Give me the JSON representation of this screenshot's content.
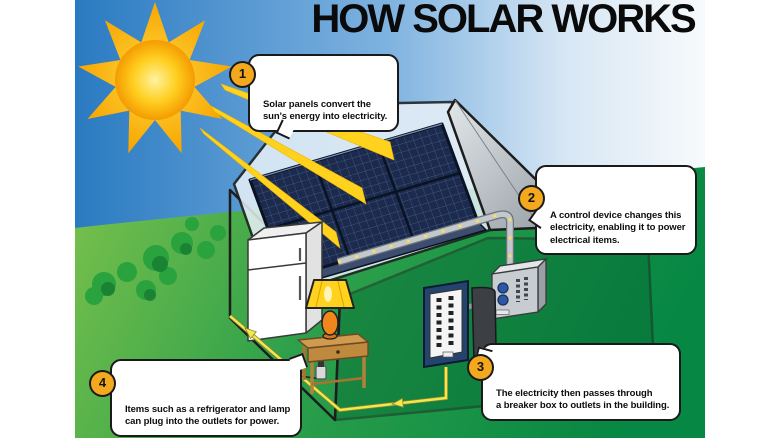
{
  "title": "HOW SOLAR WORKS",
  "callouts": [
    {
      "number": "1",
      "text": "Solar panels convert the\nsun's energy into electricity."
    },
    {
      "number": "2",
      "text": "A control device changes this\nelectricity, enabling it to power\nelectrical items."
    },
    {
      "number": "3",
      "text": "The electricity then passes through\na breaker box to outlets in the building."
    },
    {
      "number": "4",
      "text": "Items such as a refrigerator and lamp\ncan plug into the outlets for power."
    }
  ],
  "scene": {
    "elements": [
      "sun",
      "sun-rays",
      "solar-panel-array",
      "roof",
      "house-cutaway",
      "refrigerator",
      "lamp",
      "side-table",
      "outlet-plug",
      "breaker-box",
      "control-device",
      "conduit",
      "power-wire",
      "bushes"
    ],
    "colors": {
      "sky_left": "#2a7ac1",
      "sky_right": "#f7fafc",
      "ground_light": "#79c14b",
      "ground_dark": "#068743",
      "sun_yellow": "#ffd21e",
      "sun_orange": "#f49b00",
      "panel_navy": "#1c2b4d",
      "panel_grid": "#54719f",
      "roof_gray": "#9aa1a6",
      "wire_yellow": "#f0e84c",
      "callout_badge": "#f3a81d",
      "outline": "#1a1a1a"
    }
  }
}
